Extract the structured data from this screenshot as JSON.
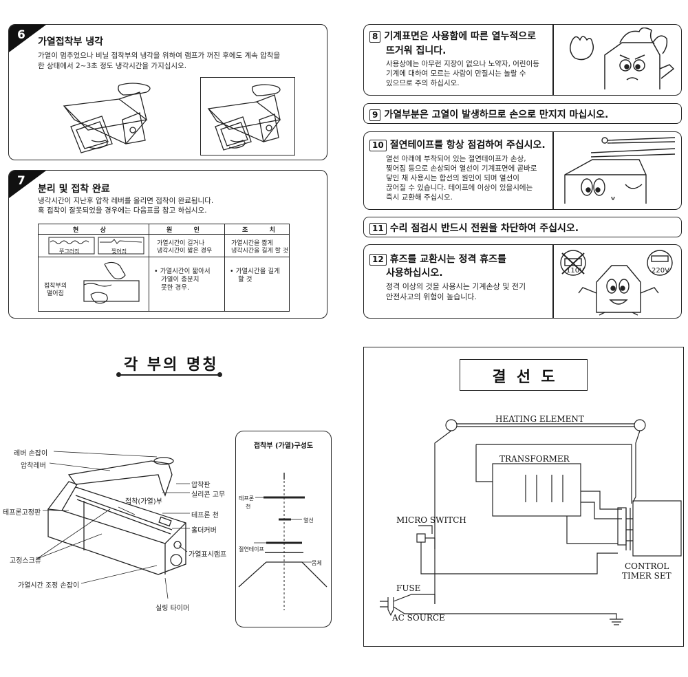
{
  "section6": {
    "num": "6",
    "title": "가열접착부 냉각",
    "body1": "가열이 멈추었으나 비닐 접착부의 냉각을 위하여 램프가 꺼진 후에도 계속 압착을",
    "body2": "한 상태에서 2~3초 정도 냉각시간을 가지십시오."
  },
  "section7": {
    "num": "7",
    "title": "분리 및 접착 완료",
    "body1": "냉각시간이 지난후 압착 레버를 올리면 접착이 완료됩니다.",
    "body2": "혹 접착이 잘못되었을 경우에는 다음표를  참고 하십시오.",
    "table": {
      "h1": "현          상",
      "h2": "원          인",
      "h3": "조          치",
      "r1c1a": "쭈그러짐",
      "r1c1b": "찢어짐",
      "r1c2a": "가열시간이 길거나",
      "r1c2b": "냉각시간이 짧은 경우",
      "r1c3a": "가열시간을 짧게",
      "r1c3b": "냉각시간을 길게 할 것",
      "r2c1a": "접착부의",
      "r2c1b": "떨어짐",
      "r2c2a": "• 가열시간이 짧아서",
      "r2c2b": "가열이 충분치",
      "r2c2c": "못한 경우.",
      "r2c3a": "• 가열시간을 길게",
      "r2c3b": "할 것"
    }
  },
  "section8": {
    "num": "8",
    "title1": "기계표면은 사용함에 따른 열누적으로",
    "title2": "뜨거워 집니다.",
    "body1": "사용상에는 아무런 지장이 없으나 노약자, 어린이등",
    "body2": "기계에 대하여 모르는 사람이 만질시는 놀랄 수",
    "body3": "있으므로 주의 하십시오."
  },
  "section9": {
    "num": "9",
    "title": "가열부분은 고열이 발생하므로 손으로 만지지 마십시오."
  },
  "section10": {
    "num": "10",
    "title": "절연테이프를 항상 점검하여 주십시오.",
    "body1": "열선 아래에 부착되어 있는 절연테이프가 손상,",
    "body2": "찢어짐 등으로 손상되어 열선이 기계표면에 곧바로",
    "body3": "닿인 채 사용시는 합선의 원인이 되며 열선이",
    "body4": "끊어질 수 있습니다. 테이프에 이상이 있을시에는",
    "body5": "즉시 교환해 주십시오."
  },
  "section11": {
    "num": "11",
    "title": "수리 점검시 반드시 전원을 차단하여 주십시오."
  },
  "section12": {
    "num": "12",
    "title1": "휴즈를 교환시는 정격 휴즈를",
    "title2": "사용하십시오.",
    "body1": "정격 이상의 것을 사용시는 기계손상 및 전기",
    "body2": "안전사고의 위험이 높습니다.",
    "fuse_bad": "110V",
    "fuse_good": "220V"
  },
  "parts": {
    "title": "각 부의 명칭",
    "lever_knob": "레버 손잡이",
    "press_lever": "압착레버",
    "teflon_plate": "테프론고정판",
    "fix_screw": "고정스크류",
    "timer_knob": "가열시간 조정 손잡이",
    "press_plate": "압착판",
    "silicone": "실리콘 고무",
    "heat_part": "접착(가열)부",
    "teflon_cloth": "테프론 천",
    "holder_cover": "홀더커버",
    "lamp": "가열표시램프",
    "sealing_timer": "실링 타이머"
  },
  "sealinset": {
    "title": "접착부 (가열)구성도",
    "teflon": "테프론",
    "cloth": "천",
    "wire": "열선",
    "tape": "절연테이프",
    "body": "몸체"
  },
  "wiring": {
    "title": "결  선  도",
    "heating": "HEATING ELEMENT",
    "transformer": "TRANSFORMER",
    "micro": "MICRO SWITCH",
    "control1": "CONTROL",
    "control2": "TIMER SET",
    "fuse": "FUSE",
    "ac": "AC SOURCE"
  }
}
